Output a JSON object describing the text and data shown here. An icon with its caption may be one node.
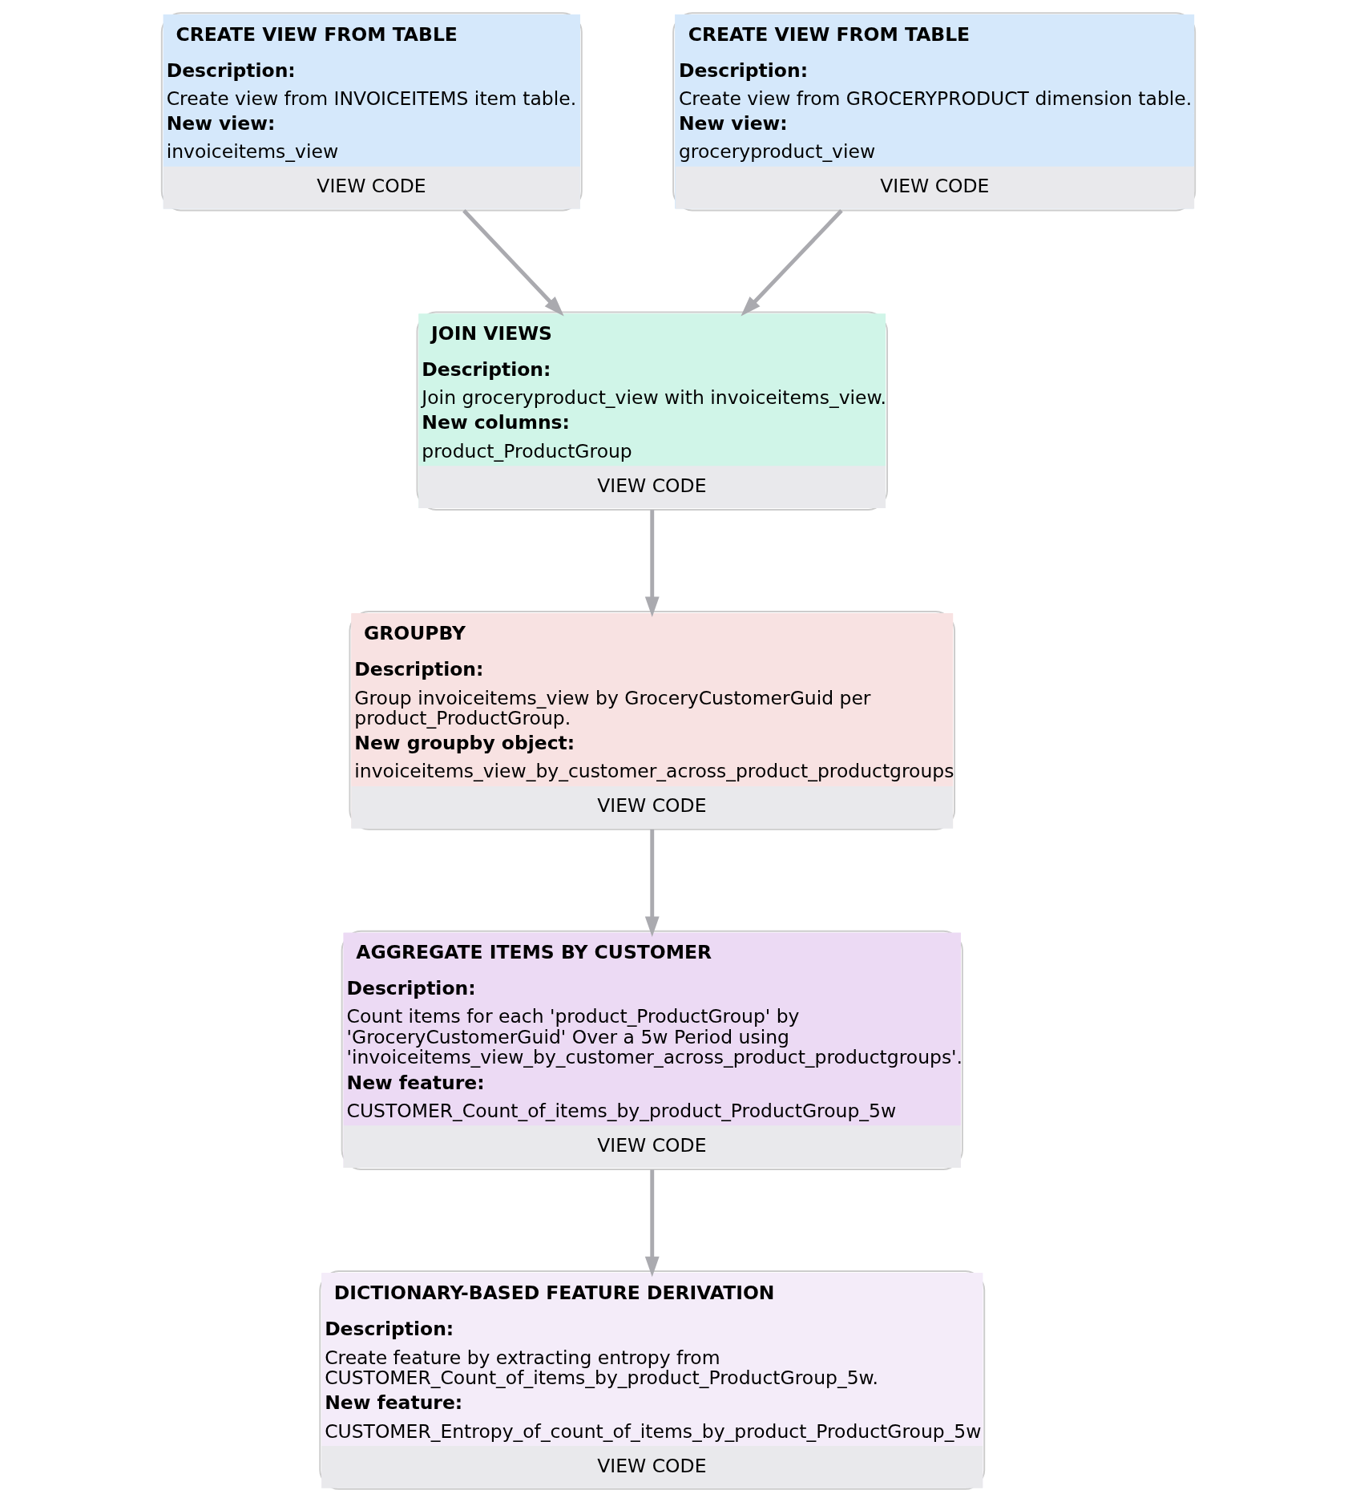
{
  "diagram": {
    "nodes": [
      {
        "text": [
          "CREATE VIEW FROM TABLE",
          "Description:",
          "Create view from INVOICEITEMS item table.",
          "New view:",
          "invoiceitems_view",
          "VIEW CODE"
        ]
      },
      {
        "text": [
          "CREATE VIEW FROM TABLE",
          "Description:",
          "Create view from GROCERYPRODUCT dimension table.",
          "New view:",
          "groceryproduct_view",
          "VIEW CODE"
        ]
      },
      {
        "text": [
          "JOIN VIEWS",
          "Description:",
          "Join groceryproduct_view with invoiceitems_view.",
          "New columns:",
          "product_ProductGroup",
          "VIEW CODE"
        ]
      },
      {
        "text": [
          "GROUPBY",
          "Description:",
          "Group invoiceitems_view by GroceryCustomerGuid per product_ProductGroup.",
          "New groupby object:",
          "invoiceitems_view_by_customer_across_product_productgroups",
          "VIEW CODE"
        ]
      },
      {
        "text": [
          "AGGREGATE ITEMS BY CUSTOMER",
          "Description:",
          "Count items for each 'product_ProductGroup' by 'GroceryCustomerGuid' Over a 5w Period using 'invoiceitems_view_by_customer_across_product_productgroups'.",
          "New feature:",
          "CUSTOMER_Count_of_items_by_product_ProductGroup_5w",
          "VIEW CODE"
        ]
      },
      {
        "text": [
          "DICTIONARY-BASED FEATURE DERIVATION",
          "Description:",
          "Create feature by extracting entropy from CUSTOMER_Count_of_items_by_product_ProductGroup_5w.",
          "New feature:",
          "CUSTOMER_Entropy_of_count_of_items_by_product_ProductGroup_5w",
          "VIEW CODE"
        ]
      }
    ],
    "edges": [
      {
        "from": 0,
        "to": 2,
        "arrow": "to"
      },
      {
        "from": 1,
        "to": 2,
        "arrow": "to"
      },
      {
        "from": 2,
        "to": 3,
        "arrow": "to"
      },
      {
        "from": 3,
        "to": 4,
        "arrow": "to"
      },
      {
        "from": 4,
        "to": 5,
        "arrow": "to"
      }
    ]
  }
}
